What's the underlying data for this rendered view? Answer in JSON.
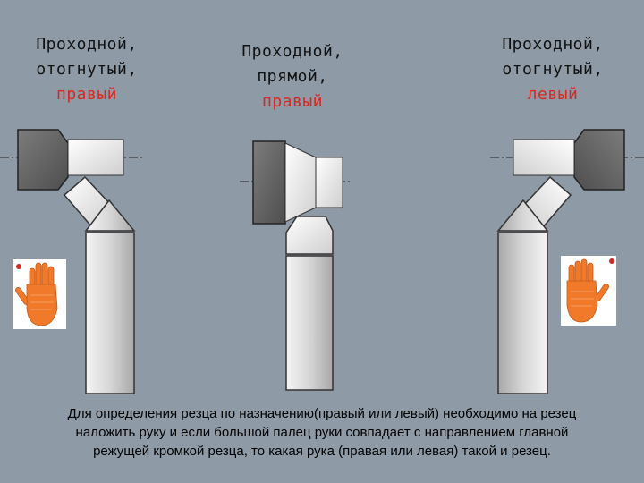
{
  "tools": [
    {
      "line1": "Проходной,",
      "line2": "отогнутый,",
      "line3": "правый"
    },
    {
      "line1": "Проходной,",
      "line2": "прямой,",
      "line3": "правый"
    },
    {
      "line1": "Проходной,",
      "line2": "отогнутый,",
      "line3": "левый"
    }
  ],
  "caption": {
    "line1": "Для определения резца по назначению(правый или левый) необходимо на резец",
    "line2": "наложить руку и если большой палец руки совпадает с направлением главной",
    "line3": "режущей кромкой резца, то какая рука (правая или левая) такой и резец."
  },
  "colors": {
    "background": "#8e9aa6",
    "label_red": "#d8281e",
    "shank": "#d2d2d2",
    "holder_dark": "#6a6a6a",
    "hand": "#f07a2a"
  }
}
